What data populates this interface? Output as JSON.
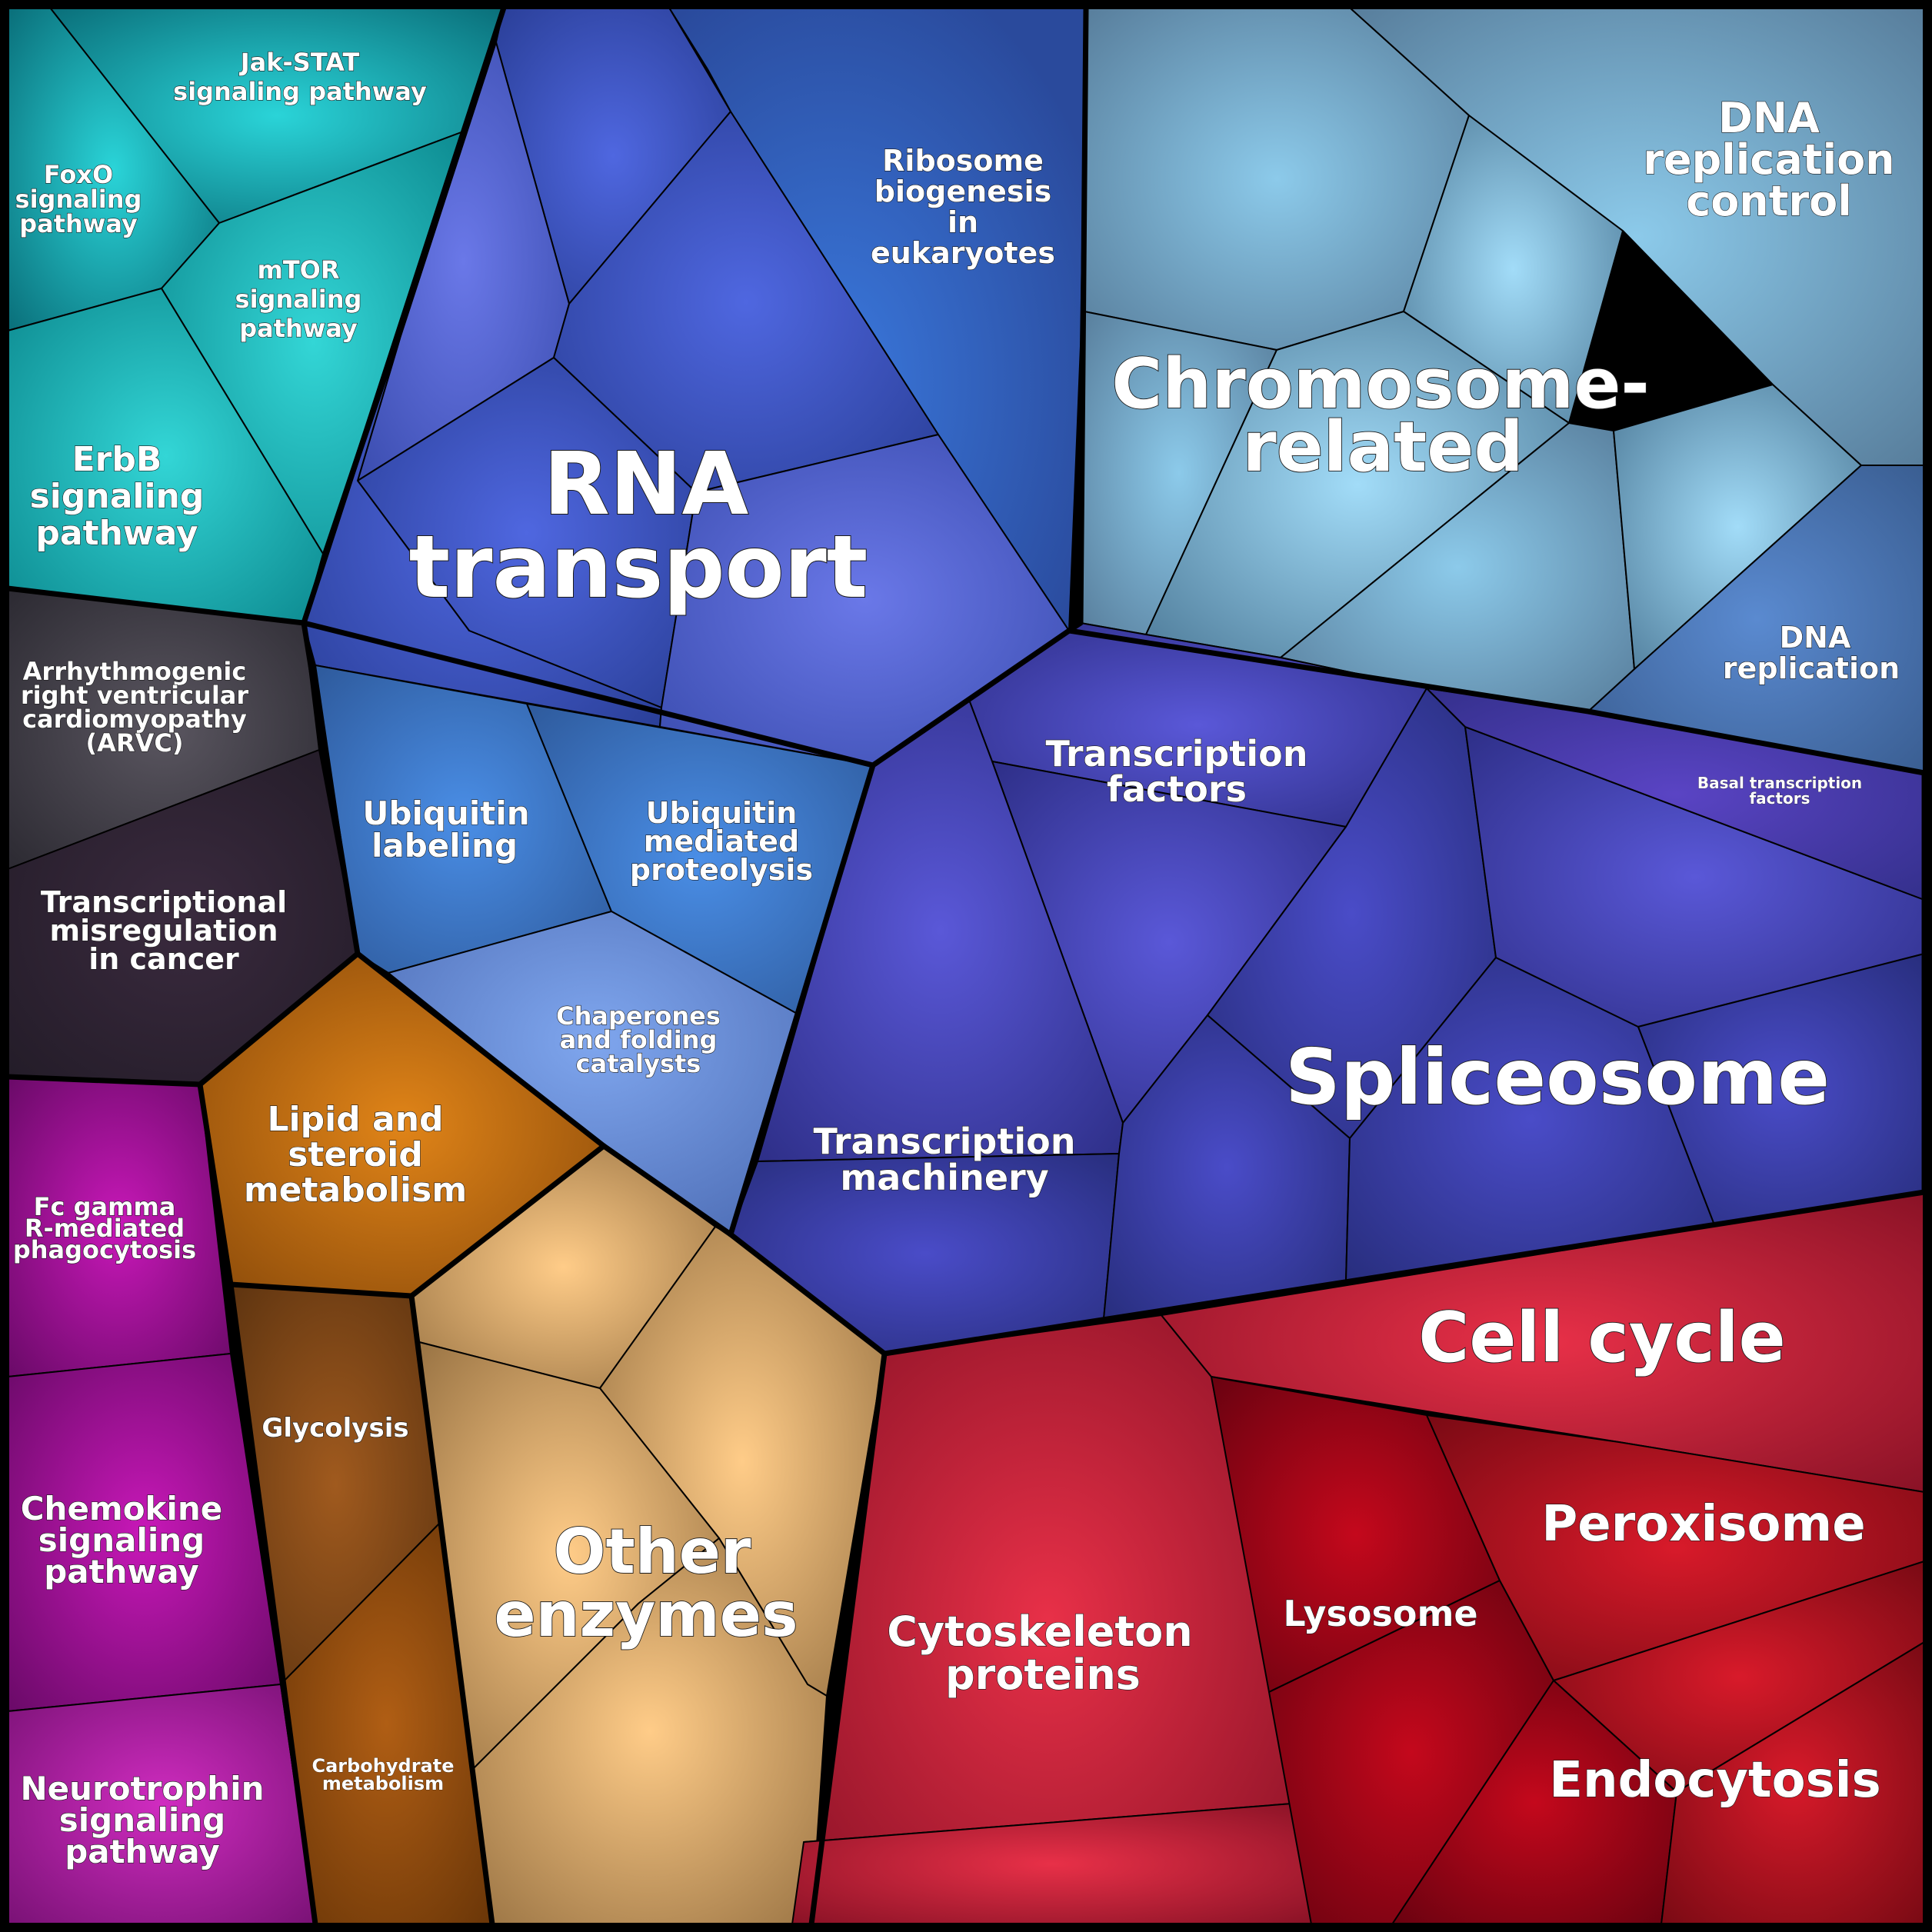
{
  "diagram": {
    "type": "voronoi-treemap",
    "background": "#000000",
    "groups": [
      {
        "id": "teal",
        "color": "#13a7ab",
        "members": [
          "Jak-STAT signaling pathway",
          "FoxO signaling pathway",
          "mTOR signaling pathway",
          "ErbB signaling pathway"
        ]
      },
      {
        "id": "blue",
        "color": "#3a55bf",
        "members": [
          "RNA transport",
          "Ribosome biogenesis in eukaryotes",
          "Ubiquitin labeling",
          "Ubiquitin mediated proteolysis",
          "Chaperones and folding catalysts"
        ]
      },
      {
        "id": "lightblue",
        "color": "#7fb8d6",
        "members": [
          "Chromosome-related",
          "DNA replication control",
          "DNA replication"
        ]
      },
      {
        "id": "indigo",
        "color": "#3a3ca8",
        "members": [
          "Transcription factors",
          "Basal transcription factors",
          "Spliceosome",
          "Transcription machinery"
        ]
      },
      {
        "id": "darkgray",
        "color": "#3a3640",
        "members": [
          "Arrhythmogenic right ventricular cardiomyopathy (ARVC)",
          "Transcriptional misregulation in cancer"
        ]
      },
      {
        "id": "magenta",
        "color": "#9a0e8e",
        "members": [
          "Fc gamma R-mediated phagocytosis",
          "Chemokine signaling pathway",
          "Neurotrophin signaling pathway"
        ]
      },
      {
        "id": "orange",
        "color": "#a85a10",
        "members": [
          "Lipid and steroid metabolism",
          "Glycolysis",
          "Carbohydrate metabolism",
          "Other enzymes"
        ]
      },
      {
        "id": "red",
        "color": "#b2182b",
        "members": [
          "Cell cycle",
          "Cytoskeleton proteins",
          "Lysosome",
          "Peroxisome",
          "Endocytosis"
        ]
      }
    ],
    "labels": {
      "jak_stat": [
        "Jak-STAT",
        "signaling pathway"
      ],
      "foxo": [
        "FoxO",
        "signaling",
        "pathway"
      ],
      "mtor": [
        "mTOR",
        "signaling",
        "pathway"
      ],
      "erbb": [
        "ErbB",
        "signaling",
        "pathway"
      ],
      "rna_transport": [
        "RNA",
        "transport"
      ],
      "ribosome": [
        "Ribosome",
        "biogenesis",
        "in",
        "eukaryotes"
      ],
      "chromosome": [
        "Chromosome-",
        "related"
      ],
      "dna_repl_control": [
        "DNA",
        "replication",
        "control"
      ],
      "dna_replication": [
        "DNA",
        "replication"
      ],
      "arvc": [
        "Arrhythmogenic",
        "right ventricular",
        "cardiomyopathy",
        "(ARVC)"
      ],
      "transcr_misreg": [
        "Transcriptional",
        "misregulation",
        "in cancer"
      ],
      "ubiquitin_labeling": [
        "Ubiquitin",
        "labeling"
      ],
      "ubiquitin_proteolysis": [
        "Ubiquitin",
        "mediated",
        "proteolysis"
      ],
      "chaperones": [
        "Chaperones",
        "and folding",
        "catalysts"
      ],
      "transcription_factors": [
        "Transcription",
        "factors"
      ],
      "basal_tf": [
        "Basal transcription",
        "factors"
      ],
      "spliceosome": [
        "Spliceosome"
      ],
      "transcription_machinery": [
        "Transcription",
        "machinery"
      ],
      "lipid": [
        "Lipid and",
        "steroid",
        "metabolism"
      ],
      "fc_gamma": [
        "Fc gamma",
        "R-mediated",
        "phagocytosis"
      ],
      "glycolysis": [
        "Glycolysis"
      ],
      "chemokine": [
        "Chemokine",
        "signaling",
        "pathway"
      ],
      "other_enzymes": [
        "Other",
        "enzymes"
      ],
      "carbohydrate": [
        "Carbohydrate",
        "metabolism"
      ],
      "neurotrophin": [
        "Neurotrophin",
        "signaling",
        "pathway"
      ],
      "cell_cycle": [
        "Cell cycle"
      ],
      "cytoskeleton": [
        "Cytoskeleton",
        "proteins"
      ],
      "lysosome": [
        "Lysosome"
      ],
      "peroxisome": [
        "Peroxisome"
      ],
      "endocytosis": [
        "Endocytosis"
      ]
    }
  }
}
